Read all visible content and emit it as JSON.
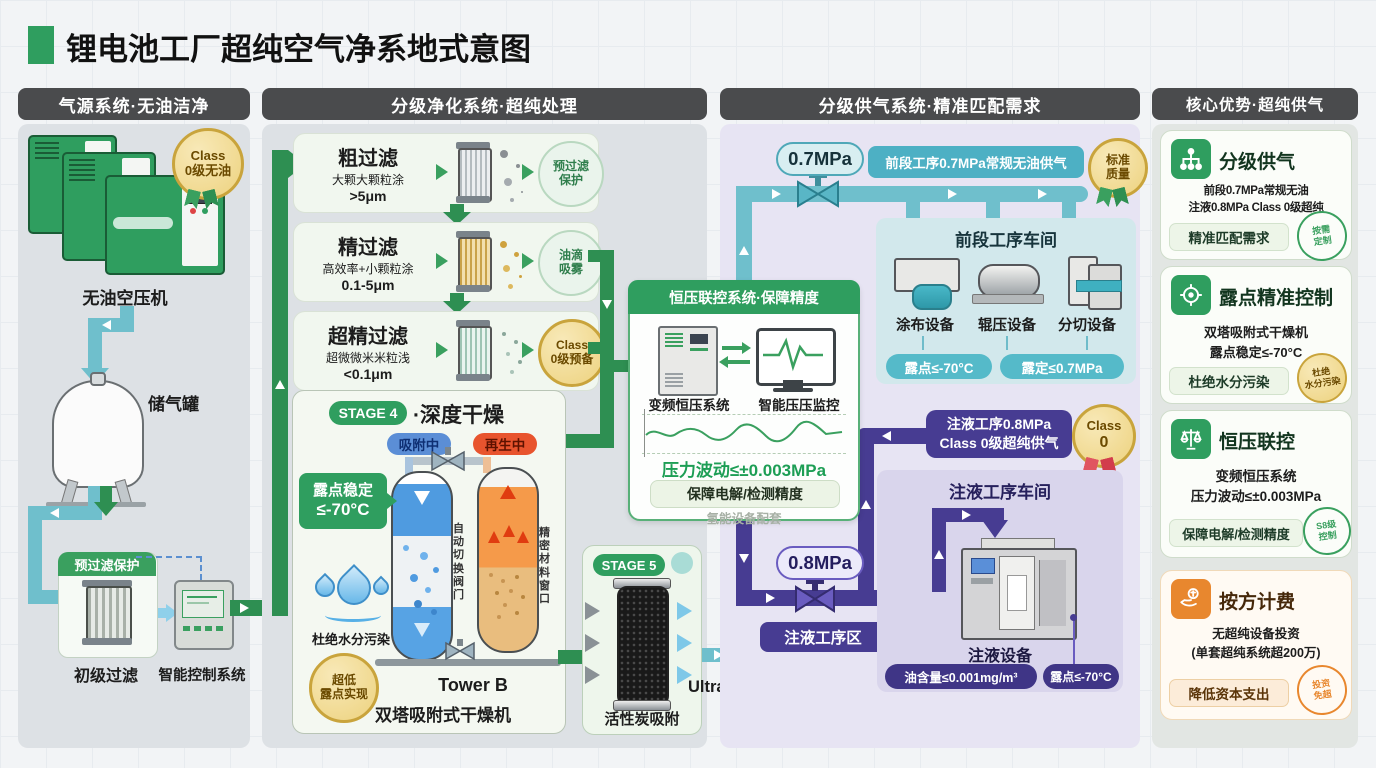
{
  "title": "锂电池工厂超纯空气净系地式意图",
  "colors": {
    "green": "#2f9e5f",
    "dark_green": "#2e8f52",
    "teal": "#6fbfcc",
    "teal_dark": "#4fa8b8",
    "purple": "#473c92",
    "gold": "#edd27e",
    "orange": "#e8872e",
    "header_gray": "#4a4b4d"
  },
  "source": {
    "header": "气源系统·无油洁净",
    "badge": [
      "Class",
      "0级无油"
    ],
    "compressor": "无油空压机",
    "tank": "储气罐",
    "prefilter": "预过滤保护",
    "filter": "初级过滤",
    "controller": "智能控制系统"
  },
  "purify": {
    "header": "分级净化系统·超纯处理",
    "rows": [
      {
        "title": "粗过滤",
        "desc": "大颗大颗粒涂",
        "size": ">5μm",
        "badge": [
          "预过滤",
          "保护"
        ]
      },
      {
        "title": "精过滤",
        "desc": "高效率+小颗粒涂",
        "size": "0.1-5μm",
        "badge": [
          "油滴",
          "吸雾"
        ]
      },
      {
        "title": "超精过滤",
        "desc": "超微微米米粒浅",
        "size": "<0.1μm",
        "badge": [
          "Class",
          "0级预备"
        ]
      }
    ],
    "stage4": {
      "tag": "STAGE 4",
      "title": "·深度干燥",
      "adsorb": "吸附中",
      "regen": "再生中",
      "dew1": "露点稳定",
      "dew2": "≤-70°C",
      "note1": "自动切换阀门",
      "note2": "精密材料窗口",
      "water": "杜绝水分污染",
      "seal": [
        "超低",
        "露点实现"
      ],
      "tower": "Tower B",
      "dryer": "双塔吸附式干燥机"
    },
    "stage5": {
      "tag": "STAGE 5",
      "label": "活性炭吸附"
    },
    "output": "Ultra-Pure Air"
  },
  "pressure": {
    "header": "恒压联控系统·保障精度",
    "device1": "变频恒压系统",
    "device2": "智能压压监控",
    "metric": "压力波动≤±0.003MPa",
    "pill": "保障电解/检测精度",
    "note": "氢能设备配套"
  },
  "supply": {
    "header": "分级供气系统·精准匹配需求",
    "p07": "0.7MPa",
    "banner1": "前段工序0.7MPa常规无油供气",
    "badge1": [
      "标准",
      "质量"
    ],
    "ws1": {
      "title": "前段工序车间",
      "m1": "涂布设备",
      "m2": "辊压设备",
      "m3": "分切设备",
      "pill1": "露点≤-70°C",
      "pill2": "露定≤0.7MPa"
    },
    "banner2a": "注液工序0.8MPa",
    "banner2b": "Class 0级超纯供气",
    "badge2": [
      "Class",
      "0"
    ],
    "p08": "0.8MPa",
    "zone": "注液工序区",
    "ws2": {
      "title": "注液工序车间",
      "machine": "注液设备",
      "pill1": "油含量≤0.001mg/m³",
      "pill2": "露点≤-70°C"
    }
  },
  "adv": {
    "header": "核心优势·超纯供气",
    "cards": [
      {
        "title": "分级供气",
        "l1": "前段0.7MPa常规无油",
        "l2": "注液0.8MPa Class 0级超纯",
        "pill": "精准匹配需求",
        "stamp": [
          "按需",
          "定制"
        ]
      },
      {
        "title": "露点精准控制",
        "l1": "双塔吸附式干燥机",
        "l2": "露点稳定≤-70°C",
        "pill": "杜绝水分污染",
        "stamp": [
          "杜绝",
          "水分污染"
        ]
      },
      {
        "title": "恒压联控",
        "l1": "变频恒压系统",
        "l2": "压力波动≤±0.003MPa",
        "pill": "保障电解/检测精度",
        "stamp": [
          "S8级",
          "控制"
        ]
      },
      {
        "title": "按方计费",
        "l1": "无超纯设备投资",
        "l2": "(单套超纯系统超200万)",
        "pill": "降低资本支出",
        "stamp": [
          "投资",
          "免超"
        ]
      }
    ]
  }
}
